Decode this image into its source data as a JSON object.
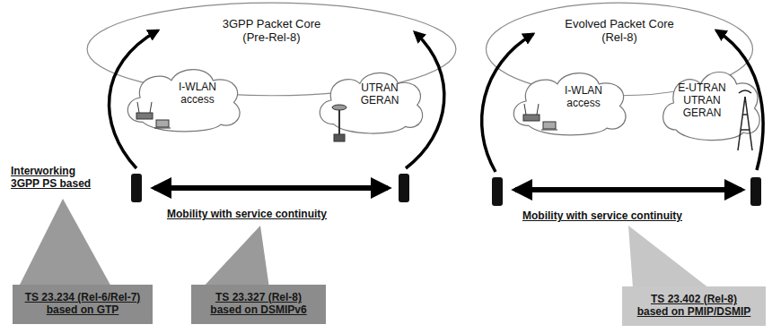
{
  "diagram": {
    "nodes": [
      {
        "text": [
          "3GPP Packet Core (Pre-Rel-8)"
        ]
      },
      {
        "text": [
          "Evolved Packet Core (Rel-8)"
        ]
      },
      {
        "text": [
          "I-WLAN access"
        ]
      },
      {
        "text": [
          "UTRAN GERAN"
        ]
      },
      {
        "text": [
          "I-WLAN access"
        ]
      },
      {
        "text": [
          "E-UTRAN UTRAN GERAN"
        ]
      },
      {
        "text": [
          "TS 23.234 (Rel-6/Rel-7)",
          "based on GTP"
        ]
      },
      {
        "text": [
          "TS 23.327 (Rel-8)",
          "based on DSMIPv6"
        ]
      },
      {
        "text": [
          "TS 23.402 (Rel-8)",
          "based on PMIP/DSMIP"
        ]
      }
    ],
    "labels": [
      "Interworking 3GPP PS based",
      "Mobility with service continuity",
      "Mobility with service continuity"
    ]
  }
}
